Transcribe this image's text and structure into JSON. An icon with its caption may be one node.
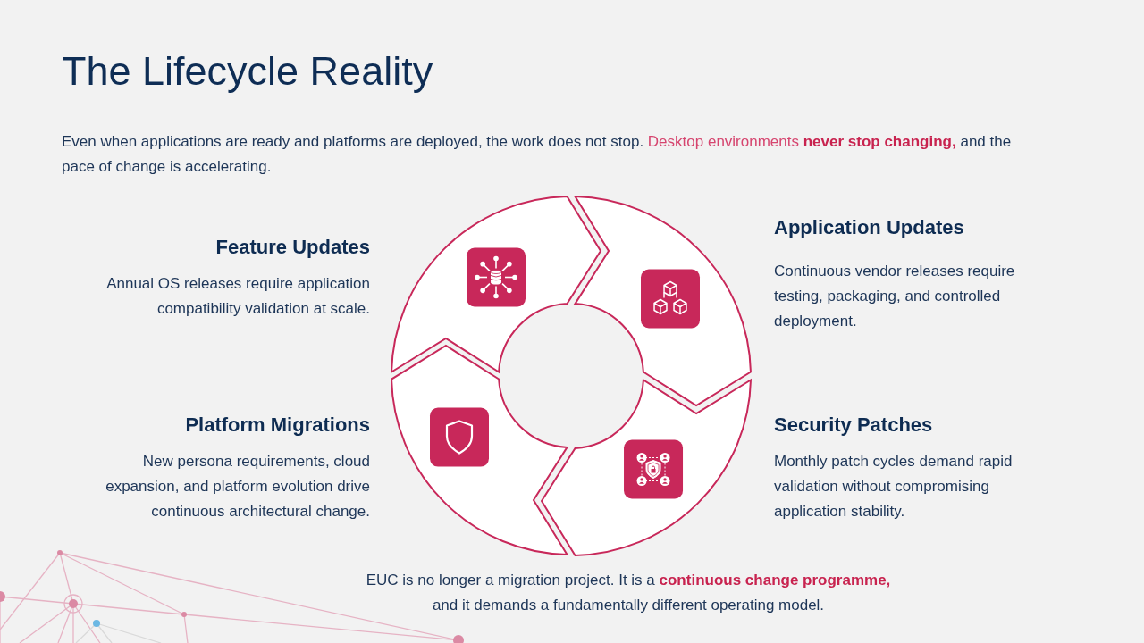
{
  "diagram": {
    "title": "The Lifecycle Reality",
    "nodes": [
      {
        "text": [],
        "shape": "arc",
        "beside": [
          "Feature Updates",
          "Annual OS releases require application compatibility validation at scale."
        ]
      },
      {
        "text": [],
        "shape": "arc",
        "beside": [
          "Application Updates",
          "Continuous vendor releases require testing, packaging, and controlled deployment."
        ]
      },
      {
        "text": [],
        "shape": "arc",
        "beside": [
          "Platform Migrations",
          "New persona requirements, cloud expansion, and platform evolution drive continuous architectural change."
        ]
      },
      {
        "text": [],
        "shape": "arc",
        "beside": [
          "Security Patches",
          "Monthly patch cycles demand rapid validation without compromising application stability."
        ]
      }
    ],
    "labels": [
      "Even when applications are ready and platforms are deployed, the work does not stop. *Desktop environments* **never stop changing,** and the pace of change is accelerating.",
      "EUC is no longer a migration project. It is a **continuous change programme,** and it demands a fundamentally different operating model."
    ]
  }
}
